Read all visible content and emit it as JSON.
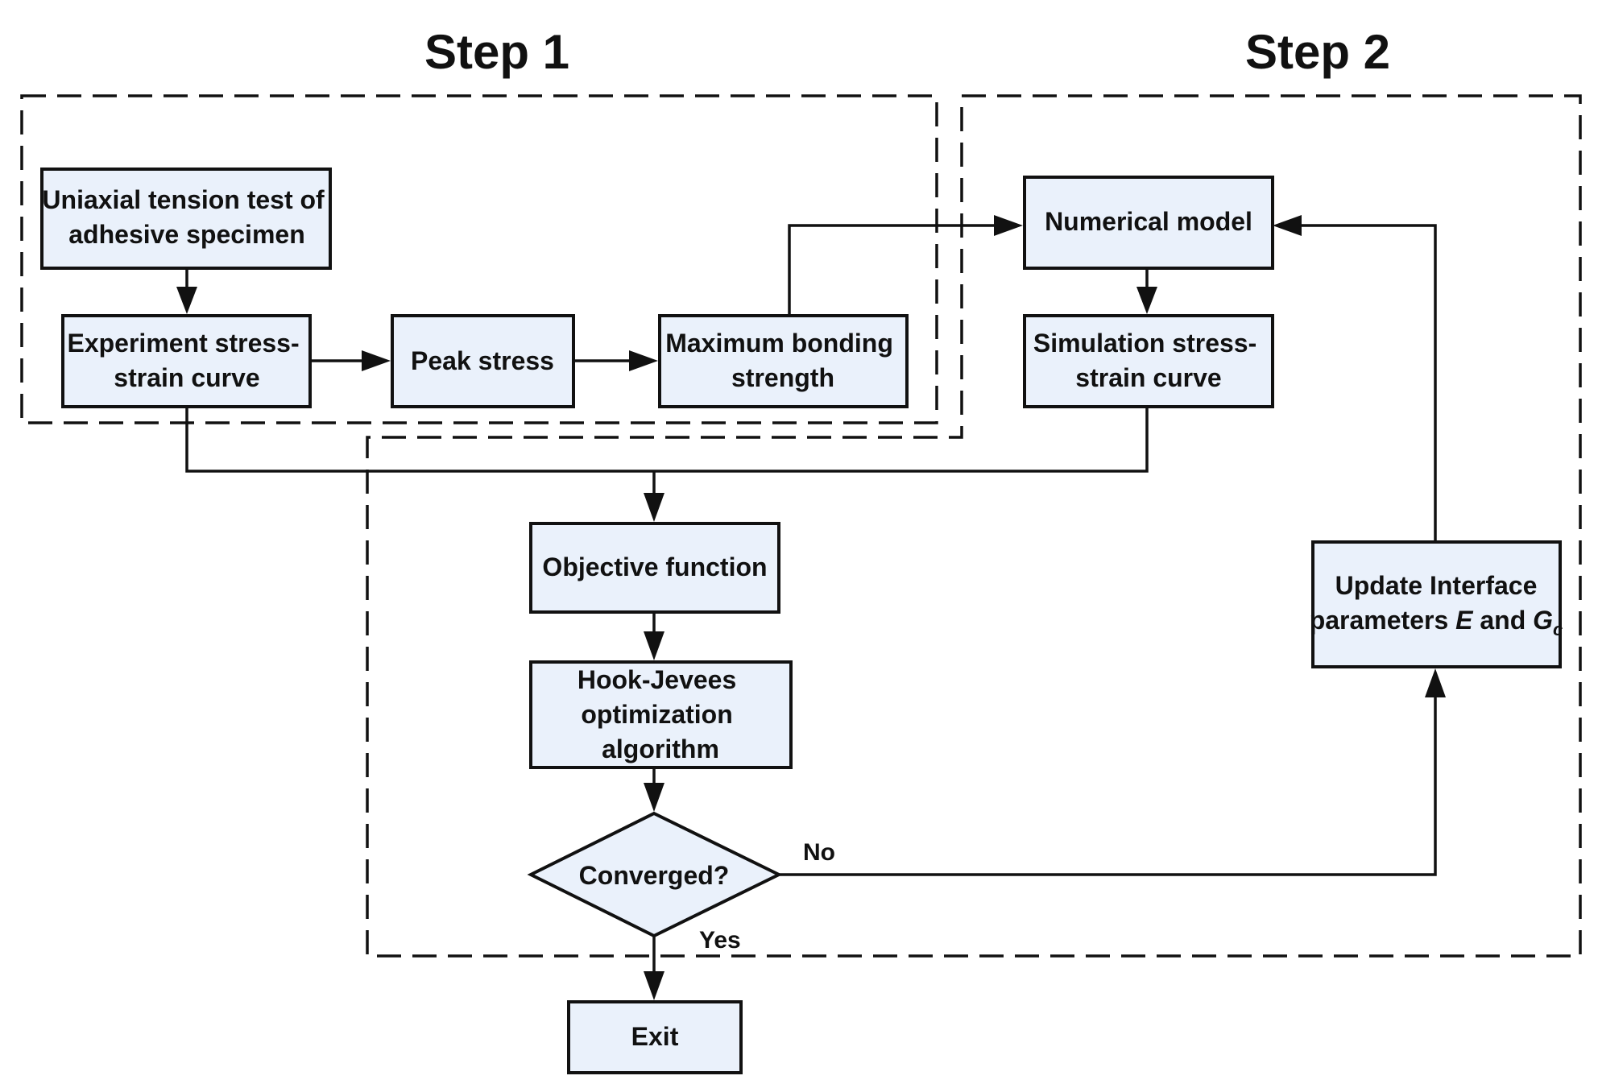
{
  "steps": {
    "step1": "Step 1",
    "step2": "Step 2"
  },
  "nodes": {
    "uniaxial": [
      "Uniaxial tension test of",
      "adhesive specimen"
    ],
    "experiment": [
      "Experiment stress-",
      "strain  curve"
    ],
    "peak": [
      "Peak stress"
    ],
    "maxbond": [
      "Maximum bonding",
      "strength"
    ],
    "numerical": [
      "Numerical model"
    ],
    "simulation": [
      "Simulation stress-",
      "strain curve"
    ],
    "objective": [
      "Objective function"
    ],
    "hook": [
      "Hook-Jevees",
      "optimization",
      "algorithm"
    ],
    "converged": [
      "Converged?"
    ],
    "update": {
      "line1": "Update Interface",
      "line2_prefix": "parameters ",
      "param_e": "E",
      "conj": " and ",
      "param_g": "G",
      "param_g_sub": "c"
    },
    "exit": [
      "Exit"
    ]
  },
  "edge_labels": {
    "no": "No",
    "yes": "Yes"
  },
  "colors": {
    "box_fill": "#eaf1fb",
    "stroke": "#111111"
  }
}
